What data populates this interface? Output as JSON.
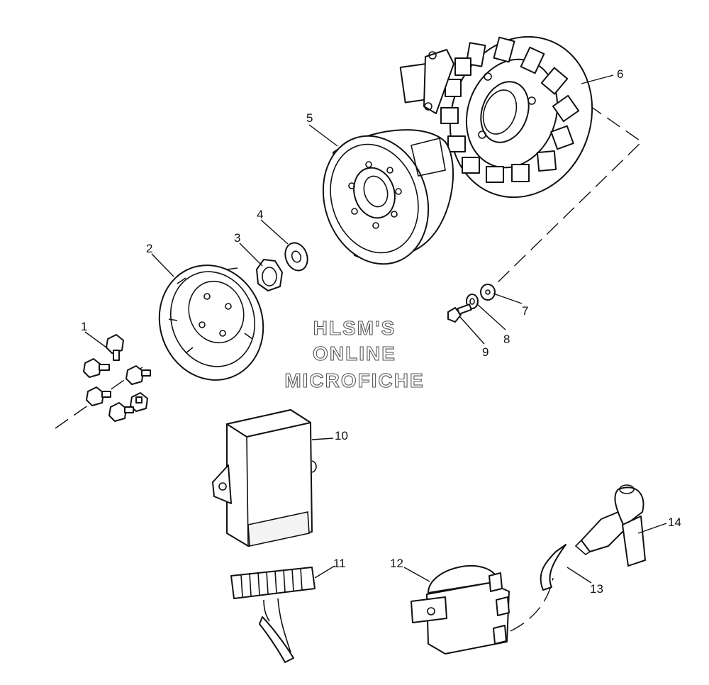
{
  "watermark": {
    "line1": "HLSM'S",
    "line2": "ONLINE",
    "line3": "MICROFICHE"
  },
  "callouts": {
    "c1": "1",
    "c2": "2",
    "c3": "3",
    "c4": "4",
    "c5": "5",
    "c6": "6",
    "c7": "7",
    "c8": "8",
    "c9": "9",
    "c10": "10",
    "c11": "11",
    "c12": "12",
    "c13": "13",
    "c14": "14"
  }
}
